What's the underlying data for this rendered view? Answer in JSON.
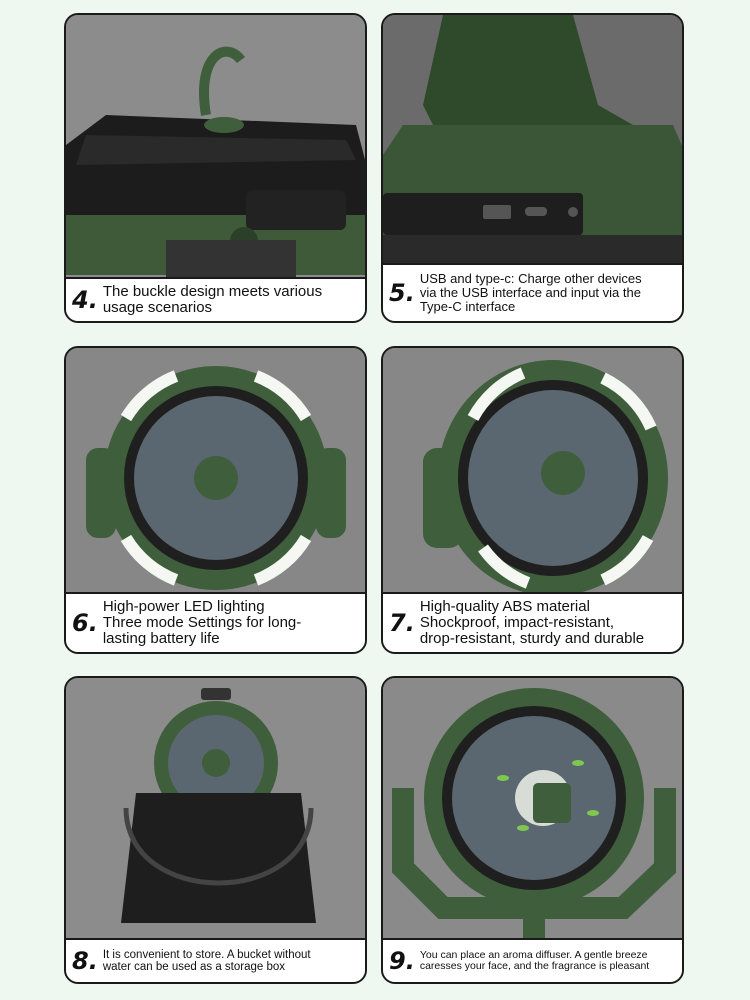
{
  "panels": [
    {
      "number": "4.",
      "lines": [
        "The buckle design meets various",
        "usage scenarios"
      ]
    },
    {
      "number": "5.",
      "lines": [
        "USB and type-c: Charge other devices",
        "via the USB interface and input via the",
        "Type-C interface"
      ]
    },
    {
      "number": "6.",
      "lines": [
        "High-power LED lighting",
        "Three mode Settings for long-",
        "lasting battery life"
      ]
    },
    {
      "number": "7.",
      "lines": [
        "High-quality ABS material",
        "Shockproof, impact-resistant,",
        "drop-resistant, sturdy and durable"
      ]
    },
    {
      "number": "8.",
      "lines": [
        "It is convenient to store. A bucket without",
        "water can be used as a storage box"
      ]
    },
    {
      "number": "9.",
      "lines": [
        "You can place an aroma diffuser. A gentle breeze",
        "caresses your face, and the fragrance is pleasant"
      ]
    }
  ],
  "colors": {
    "background": "#eef7f0",
    "product_green": "#3f5e3b",
    "fan_blade": "#5a6770",
    "led": "#f4f7f2"
  }
}
